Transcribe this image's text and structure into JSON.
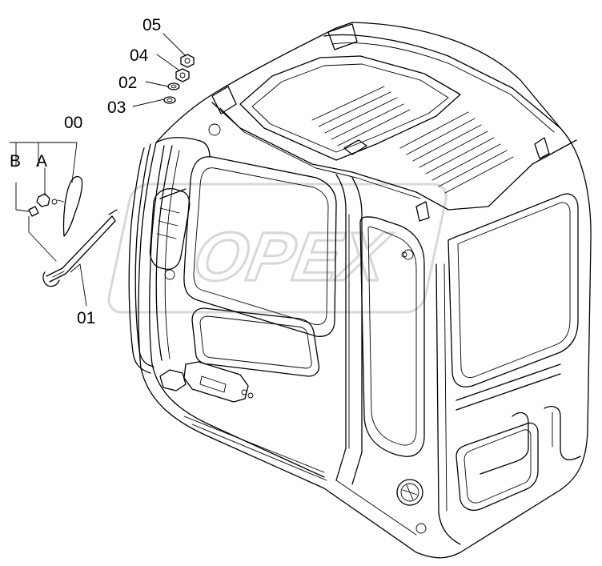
{
  "diagram": {
    "callouts": {
      "c05": "05",
      "c04": "04",
      "c02": "02",
      "c03": "03",
      "c00": "00",
      "cA": "A",
      "cB": "B",
      "c01": "01"
    },
    "watermark": "OPEX"
  },
  "colors": {
    "line": "#000000",
    "background": "#ffffff",
    "watermark": "#b8b8b8"
  }
}
